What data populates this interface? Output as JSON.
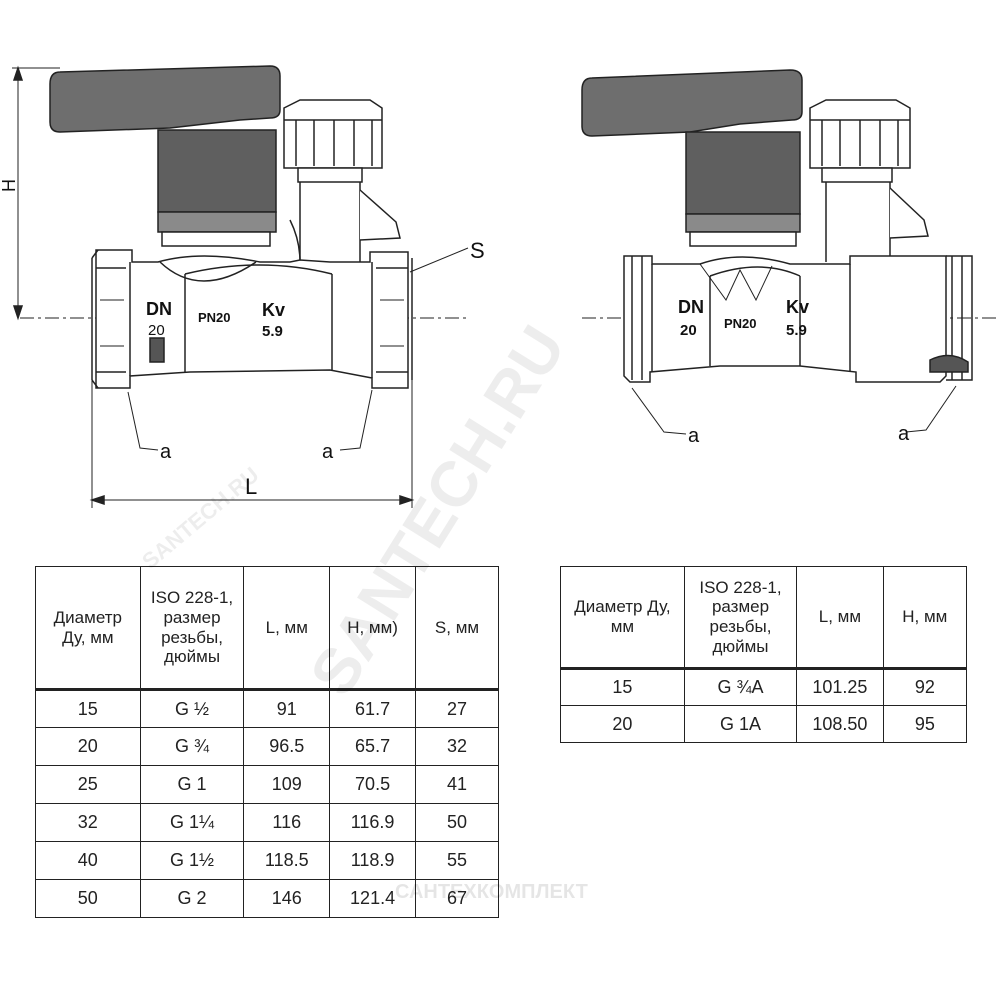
{
  "left_drawing": {
    "height_label": "H",
    "length_label": "L",
    "s_label": "S",
    "a_label_1": "a",
    "a_label_2": "a",
    "dn": "DN",
    "dn_value": "20",
    "pn": "PN20",
    "kv": "Kv",
    "kv_value": "5.9"
  },
  "right_drawing": {
    "a_label_1": "a",
    "a_label_2": "a",
    "dn": "DN",
    "dn_value": "20",
    "pn": "PN20",
    "kv": "Kv",
    "kv_value": "5.9"
  },
  "watermark": {
    "main": "SANTECH.RU",
    "small": "SANTECH.RU",
    "company": "САНТЕХКОМПЛЕКТ"
  },
  "table_left": {
    "headers": [
      "Диаметр Ду, мм",
      "ISO 228-1, размер резьбы, дюймы",
      "L, мм",
      "H, мм)",
      "S, мм"
    ],
    "rows": [
      [
        "15",
        "G ½",
        "91",
        "61.7",
        "27"
      ],
      [
        "20",
        "G ¾",
        "96.5",
        "65.7",
        "32"
      ],
      [
        "25",
        "G 1",
        "109",
        "70.5",
        "41"
      ],
      [
        "32",
        "G 1¼",
        "116",
        "116.9",
        "50"
      ],
      [
        "40",
        "G 1½",
        "118.5",
        "118.9",
        "55"
      ],
      [
        "50",
        "G 2",
        "146",
        "121.4",
        "67"
      ]
    ]
  },
  "table_right": {
    "headers": [
      "Диаметр Ду, мм",
      "ISO 228-1, размер резьбы, дюймы",
      "L, мм",
      "H, мм"
    ],
    "rows": [
      [
        "15",
        "G ¾A",
        "101.25",
        "92"
      ],
      [
        "20",
        "G 1A",
        "108.50",
        "95"
      ]
    ]
  }
}
